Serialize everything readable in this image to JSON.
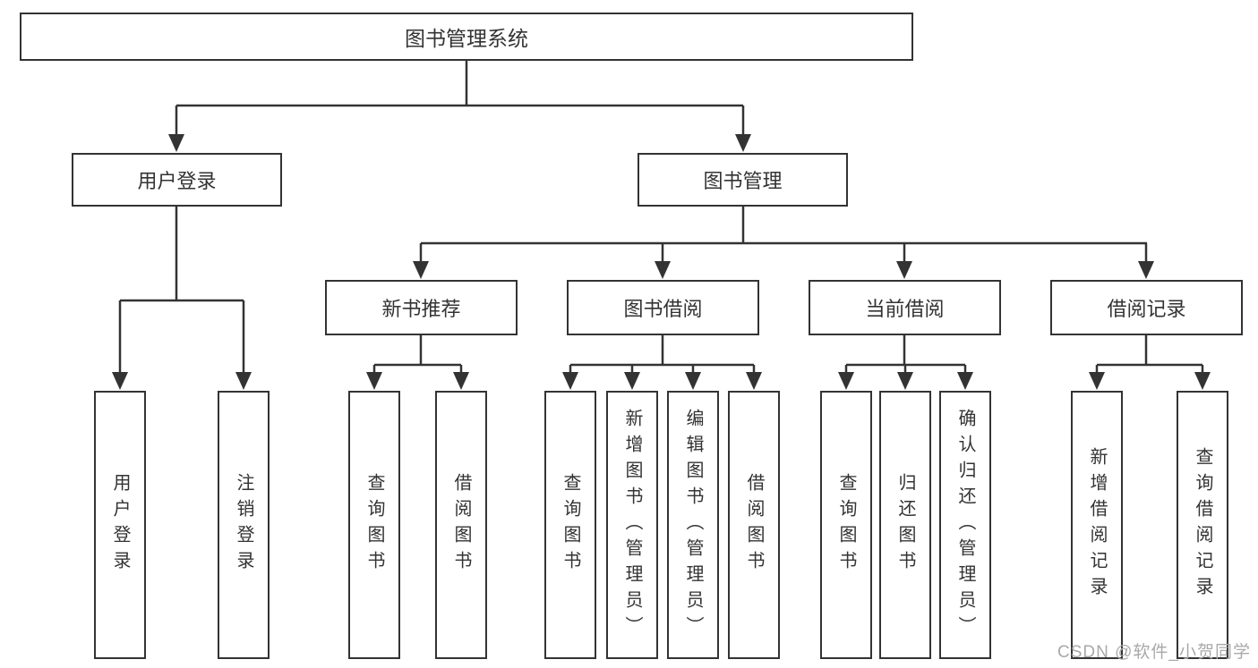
{
  "tree": {
    "root": "图书管理系统",
    "level2": [
      "用户登录",
      "图书管理"
    ],
    "level3": [
      "新书推荐",
      "图书借阅",
      "当前借阅",
      "借阅记录"
    ],
    "user_login_children": [
      "用户登录",
      "注销登录"
    ],
    "new_book_children": [
      "查询图书",
      "借阅图书"
    ],
    "borrow_children": [
      "查询图书",
      "新增图书（管理员）",
      "编辑图书（管理员）",
      "借阅图书"
    ],
    "current_children": [
      "查询图书",
      "归还图书",
      "确认归还（管理员）"
    ],
    "record_children": [
      "新增借阅记录",
      "查询借阅记录"
    ]
  },
  "watermark": "CSDN @软件_小贺同学",
  "colors": {
    "line": "#333333",
    "background": "#ffffff",
    "watermark": "#a9a9a9"
  }
}
